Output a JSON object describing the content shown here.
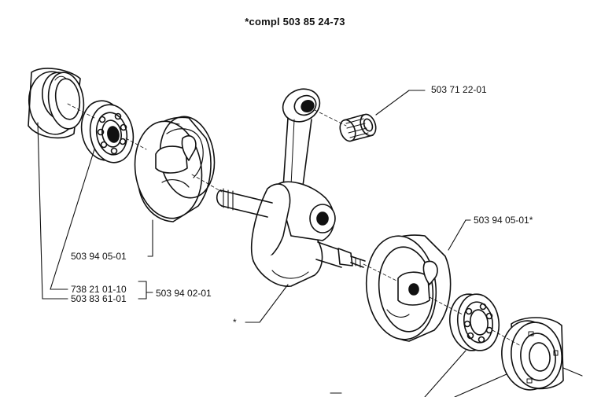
{
  "diagram": {
    "title": "*compl 503 85 24-73",
    "labels": {
      "needle_bearing": "503 71 22-01",
      "crank_half_left": "503 94 05-01",
      "crank_half_right": "503 94 05-01*",
      "ball_bearing": "738 21 01-10",
      "seal_ring": "503 83 61-01",
      "bearing_kit": "503 94 02-01",
      "asterisk": "*"
    },
    "colors": {
      "line": "#111111",
      "background": "#ffffff"
    }
  }
}
